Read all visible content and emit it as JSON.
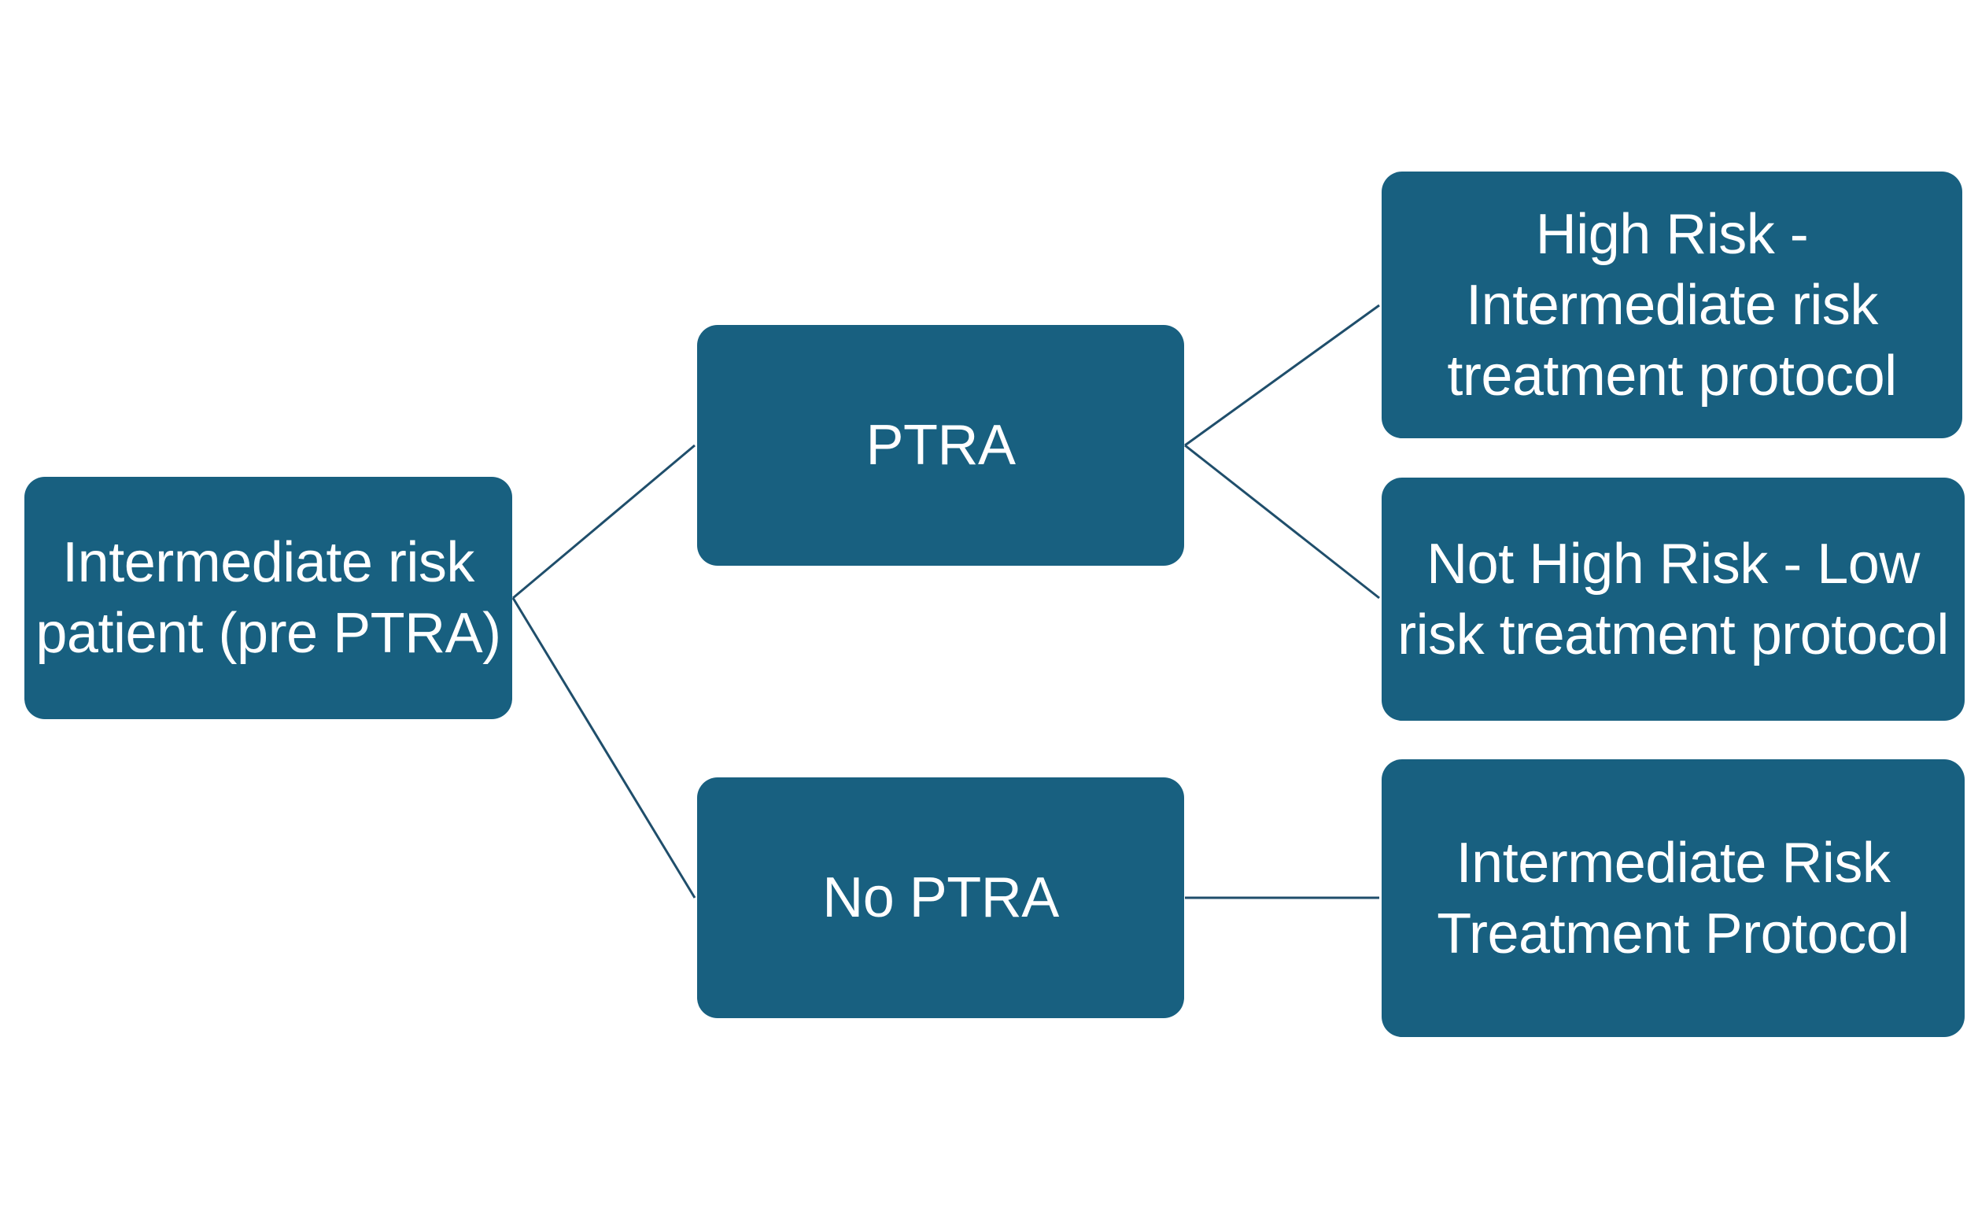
{
  "colors": {
    "node_fill": "#186080",
    "node_text": "#ffffff",
    "connector": "#1f4e6b",
    "background": "#ffffff"
  },
  "nodes": {
    "root": "Intermediate risk patient (pre PTRA)",
    "ptra": "PTRA",
    "no_ptra": "No PTRA",
    "high_risk": "High Risk - Intermediate risk treatment protocol",
    "not_high_risk": "Not High Risk - Low risk treatment protocol",
    "intermediate_protocol": "Intermediate Risk Treatment Protocol"
  }
}
